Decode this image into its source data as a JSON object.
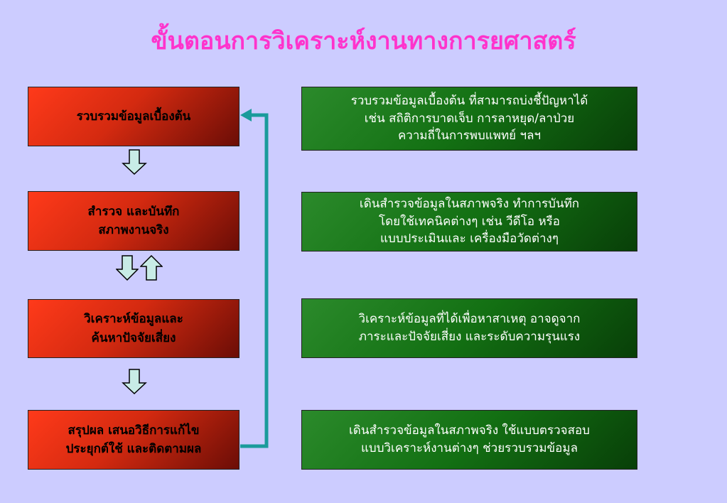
{
  "title": "ขั้นตอนการวิเคราะห์งานทางการยศาสตร์",
  "steps": [
    {
      "lines": [
        "รวบรวมข้อมูลเบื้องต้น"
      ]
    },
    {
      "lines": [
        "สำรวจ และบันทึก",
        "สภาพงานจริง"
      ]
    },
    {
      "lines": [
        "วิเคราะห์ข้อมูลและ",
        "ค้นหาปัจจัยเสี่ยง"
      ]
    },
    {
      "lines": [
        "สรุปผล เสนอวิธีการแก้ไข",
        "ประยุกต์ใช้ และติดตามผล"
      ]
    }
  ],
  "notes": [
    {
      "lines": [
        "รวบรวมข้อมูลเบื้องต้น ที่สามารถบ่งชี้ปัญหาได้",
        "เช่น สถิติการบาดเจ็บ การลาหยุด/ลาป่วย",
        "ความถี่ในการพบแพทย์ ฯลฯ"
      ]
    },
    {
      "lines": [
        "เดินสำรวจข้อมูลในสภาพจริง ทำการบันทึก",
        "โดยใช้เทคนิคต่างๆ เช่น วีดีโอ หรือ",
        "แบบประเมินและ เครื่องมือวัดต่างๆ"
      ]
    },
    {
      "lines": [
        "วิเคราะห์ข้อมูลที่ได้เพื่อหาสาเหตุ อาจดูจาก",
        "ภาระและปัจจัยเสี่ยง และระดับความรุนแรง"
      ]
    },
    {
      "lines": [
        "เดินสำรวจข้อมูลในสภาพจริง ใช้แบบตรวจสอบ",
        "แบบวิเคราะห์งานต่างๆ ช่วยรวบรวมข้อมูล"
      ]
    }
  ],
  "colors": {
    "background": "#ccccff",
    "title": "#ff33cc",
    "step_box": "#d42a10",
    "note_box": "#137013",
    "feedback_arrow": "#1a9b9b",
    "block_arrow": "#c8ece6"
  },
  "icons": {
    "down": "block-arrow-down-icon",
    "up": "block-arrow-up-icon",
    "feedback": "feedback-arrow-icon"
  }
}
